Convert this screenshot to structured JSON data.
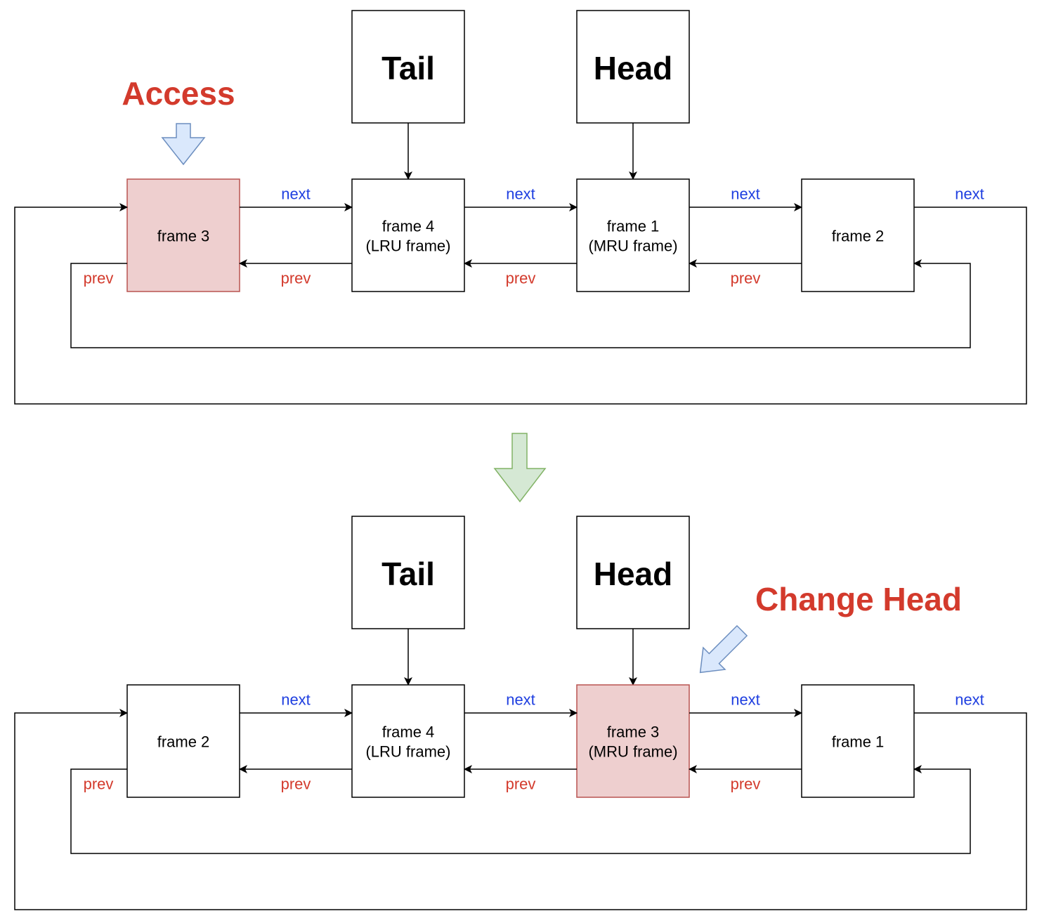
{
  "colors": {
    "highlight_fill": "#eecfcf",
    "highlight_stroke": "#b85450",
    "next_text": "#1f3fe0",
    "prev_text": "#d33a2c",
    "callout_text": "#d33a2c",
    "blue_arrow_fill": "#dae8fc",
    "blue_arrow_stroke": "#6c8ebf",
    "green_arrow_fill": "#d5e8d4",
    "green_arrow_stroke": "#82b366"
  },
  "link_labels": {
    "next": "next",
    "prev": "prev"
  },
  "before": {
    "callout": "Access",
    "tail": "Tail",
    "head": "Head",
    "frames": [
      {
        "lines": [
          "frame 3"
        ],
        "highlighted": true
      },
      {
        "lines": [
          "frame 4",
          "(LRU frame)"
        ],
        "highlighted": false
      },
      {
        "lines": [
          "frame 1",
          "(MRU frame)"
        ],
        "highlighted": false
      },
      {
        "lines": [
          "frame 2"
        ],
        "highlighted": false
      }
    ]
  },
  "after": {
    "callout": "Change Head",
    "tail": "Tail",
    "head": "Head",
    "frames": [
      {
        "lines": [
          "frame 2"
        ],
        "highlighted": false
      },
      {
        "lines": [
          "frame 4",
          "(LRU frame)"
        ],
        "highlighted": false
      },
      {
        "lines": [
          "frame 3",
          "(MRU frame)"
        ],
        "highlighted": true
      },
      {
        "lines": [
          "frame 1"
        ],
        "highlighted": false
      }
    ]
  },
  "icons": {
    "access_arrow": "down-arrow-icon",
    "transition_arrow": "down-arrow-icon",
    "change_head_arrow": "diagonal-arrow-icon"
  }
}
